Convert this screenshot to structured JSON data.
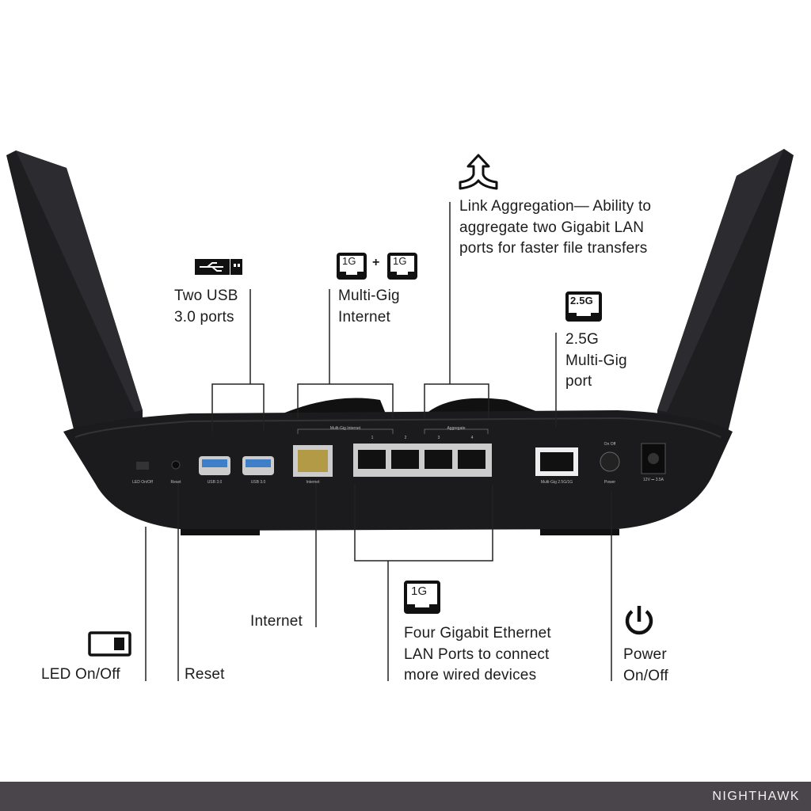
{
  "callouts": {
    "usb": {
      "icon": "usb-icon",
      "lines": [
        "Two USB",
        "3.0 ports"
      ]
    },
    "multigig_internet": {
      "icon": "ethernet-1g-plus-1g-icon",
      "badge": "1G",
      "plus": "+",
      "lines": [
        "Multi-Gig",
        "Internet"
      ]
    },
    "link_aggregation": {
      "icon": "merge-arrows-icon",
      "lines": [
        "Link Aggregation— Ability to",
        "aggregate two Gigabit LAN",
        "ports for faster file transfers"
      ]
    },
    "multigig_port": {
      "icon": "ethernet-2.5g-icon",
      "badge": "2.5G",
      "lines": [
        "2.5G",
        "Multi-Gig",
        "port"
      ]
    },
    "led": {
      "icon": "toggle-switch-icon",
      "lines": [
        "LED On/Off"
      ]
    },
    "reset": {
      "lines": [
        "Reset"
      ]
    },
    "internet": {
      "lines": [
        "Internet"
      ]
    },
    "lan": {
      "icon": "ethernet-1g-icon",
      "badge": "1G",
      "lines": [
        "Four Gigabit Ethernet",
        "LAN Ports to connect",
        "more wired devices"
      ]
    },
    "power": {
      "icon": "power-icon",
      "lines": [
        "Power",
        "On/Off"
      ]
    }
  },
  "router_labels": {
    "led": "LED On/Off",
    "reset": "Reset",
    "usb1": "USB 3.0",
    "usb2": "USB 3.0",
    "internet": "Internet",
    "multigig_internet": "Multi-Gig Internet",
    "aggregate": "Aggregate",
    "port1": "1",
    "port2": "2",
    "port3": "3",
    "port4": "4",
    "multigig": "Multi-Gig 2.5G/1G",
    "onoff": "On  Off",
    "power": "Power",
    "dc": "12V ⎓ 3.5A"
  },
  "footer": {
    "brand": "NIGHTHAWK"
  },
  "colors": {
    "router": "#1b1b1d",
    "footer": "#4a454a",
    "text": "#1c1c1c",
    "usb_blue": "#3f7fc8"
  }
}
